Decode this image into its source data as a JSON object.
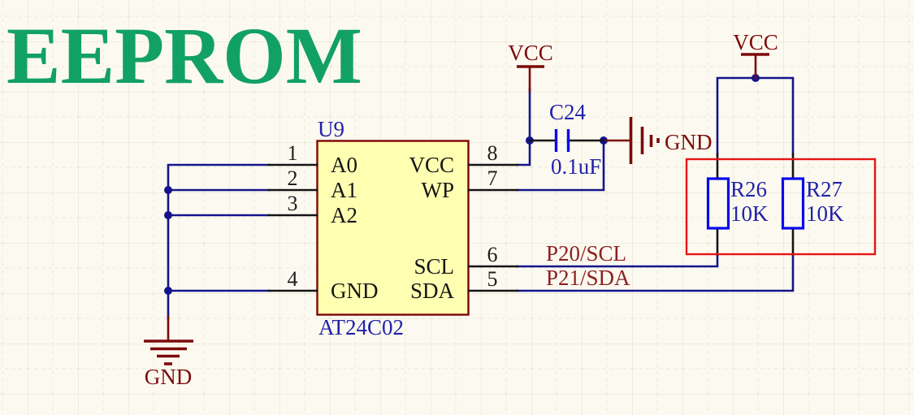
{
  "title": "EEPROM",
  "ic": {
    "designator": "U9",
    "part_number": "AT24C02",
    "left_pins": [
      {
        "num": "1",
        "name": "A0"
      },
      {
        "num": "2",
        "name": "A1"
      },
      {
        "num": "3",
        "name": "A2"
      },
      {
        "num": "4",
        "name": "GND"
      }
    ],
    "right_pins": [
      {
        "num": "8",
        "name": "VCC"
      },
      {
        "num": "7",
        "name": "WP"
      },
      {
        "num": "6",
        "name": "SCL"
      },
      {
        "num": "5",
        "name": "SDA"
      }
    ]
  },
  "capacitor": {
    "designator": "C24",
    "value": "0.1uF"
  },
  "resistors": [
    {
      "designator": "R26",
      "value": "10K"
    },
    {
      "designator": "R27",
      "value": "10K"
    }
  ],
  "power_ports": {
    "vcc_decoupling": "VCC",
    "vcc_pullups": "VCC",
    "gnd_wp": "GND",
    "gnd_address": "GND"
  },
  "net_labels": {
    "scl": "P20/SCL",
    "sda": "P21/SDA"
  },
  "colors": {
    "bg": "#FCFAF0",
    "title": "#12A165",
    "ic-fill": "#FFFFB2",
    "ic-border": "#7D0505",
    "wire": "#14148C",
    "pin": "#141414",
    "blue-text": "#2222AA",
    "comp-blue": "#0808EE",
    "power": "#7C0A0A",
    "net": "#8E2121",
    "annot": "#E81414"
  }
}
